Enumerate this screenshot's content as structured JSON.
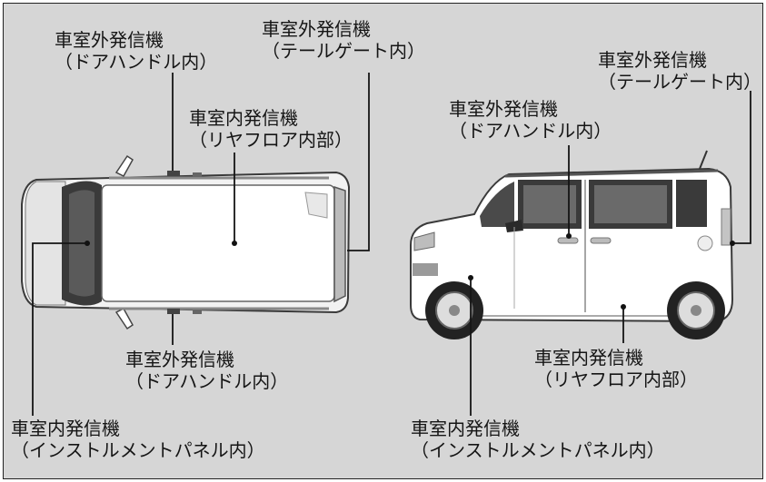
{
  "labels": {
    "top_door_handle": {
      "line1": "車室外発信機",
      "line2": "（ドアハンドル内）"
    },
    "top_tailgate": {
      "line1": "車室外発信機",
      "line2": "（テールゲート内）"
    },
    "top_rear_floor": {
      "line1": "車室内発信機",
      "line2": "（リヤフロア内部）"
    },
    "top_door_handle_bottom": {
      "line1": "車室外発信機",
      "line2": "（ドアハンドル内）"
    },
    "top_instrument_panel": {
      "line1": "車室内発信機",
      "line2": "（インストルメントパネル内）"
    },
    "side_tailgate": {
      "line1": "車室外発信機",
      "line2": "（テールゲート内）"
    },
    "side_door_handle": {
      "line1": "車室外発信機",
      "line2": "（ドアハンドル内）"
    },
    "side_rear_floor": {
      "line1": "車室内発信機",
      "line2": "（リヤフロア内部）"
    },
    "side_instrument_panel": {
      "line1": "車室内発信機",
      "line2": "（インストルメントパネル内）"
    }
  },
  "colors": {
    "background": "#d6d6d6",
    "car_body": "#ffffff",
    "car_shadow": "#c8c8c8",
    "line": "#151515"
  }
}
